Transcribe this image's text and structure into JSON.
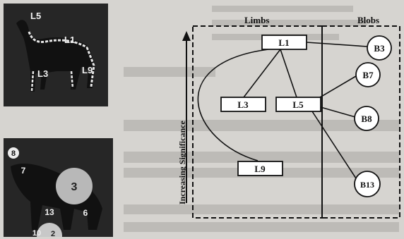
{
  "images": {
    "top_labels": [
      "L5",
      "L1",
      "L3",
      "L9"
    ],
    "bottom_labels": [
      "8",
      "7",
      "3",
      "13",
      "6",
      "10",
      "2"
    ]
  },
  "diagram": {
    "sections": {
      "limbs": "Limbs",
      "blobs": "Blobs"
    },
    "axis_label": "Increasing Significance",
    "limb_nodes": [
      "L1",
      "L3",
      "L5",
      "L9"
    ],
    "blob_nodes": [
      "B3",
      "B7",
      "B8",
      "B13"
    ]
  },
  "colors": {
    "background": "#d6d4d0",
    "panel": "#232323",
    "ink": "#000000"
  }
}
